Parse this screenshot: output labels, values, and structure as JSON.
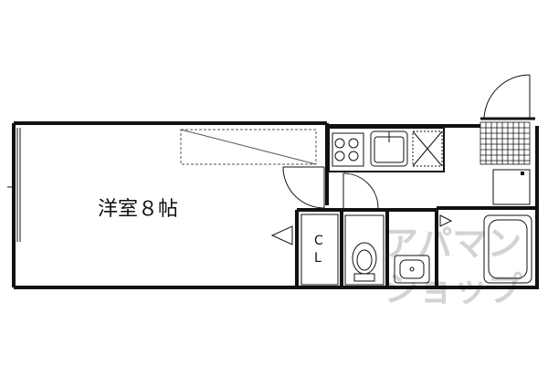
{
  "floor_plan": {
    "rooms": {
      "western_room": {
        "label": "洋室８帖"
      },
      "closet": {
        "label_line1": "C",
        "label_line2": "L"
      }
    },
    "watermark": {
      "line1": "アパマン",
      "line2": "ショップ"
    },
    "colors": {
      "wall": "#111111",
      "fixture_stroke": "#555555",
      "watermark": "#cfcfcf",
      "background": "#ffffff"
    },
    "icons": [
      "door-swing-icon",
      "stove-burners-icon",
      "sink-icon",
      "washing-machine-space-icon",
      "toilet-icon",
      "wash-basin-icon",
      "bathtub-icon",
      "balcony-window-icon"
    ]
  }
}
